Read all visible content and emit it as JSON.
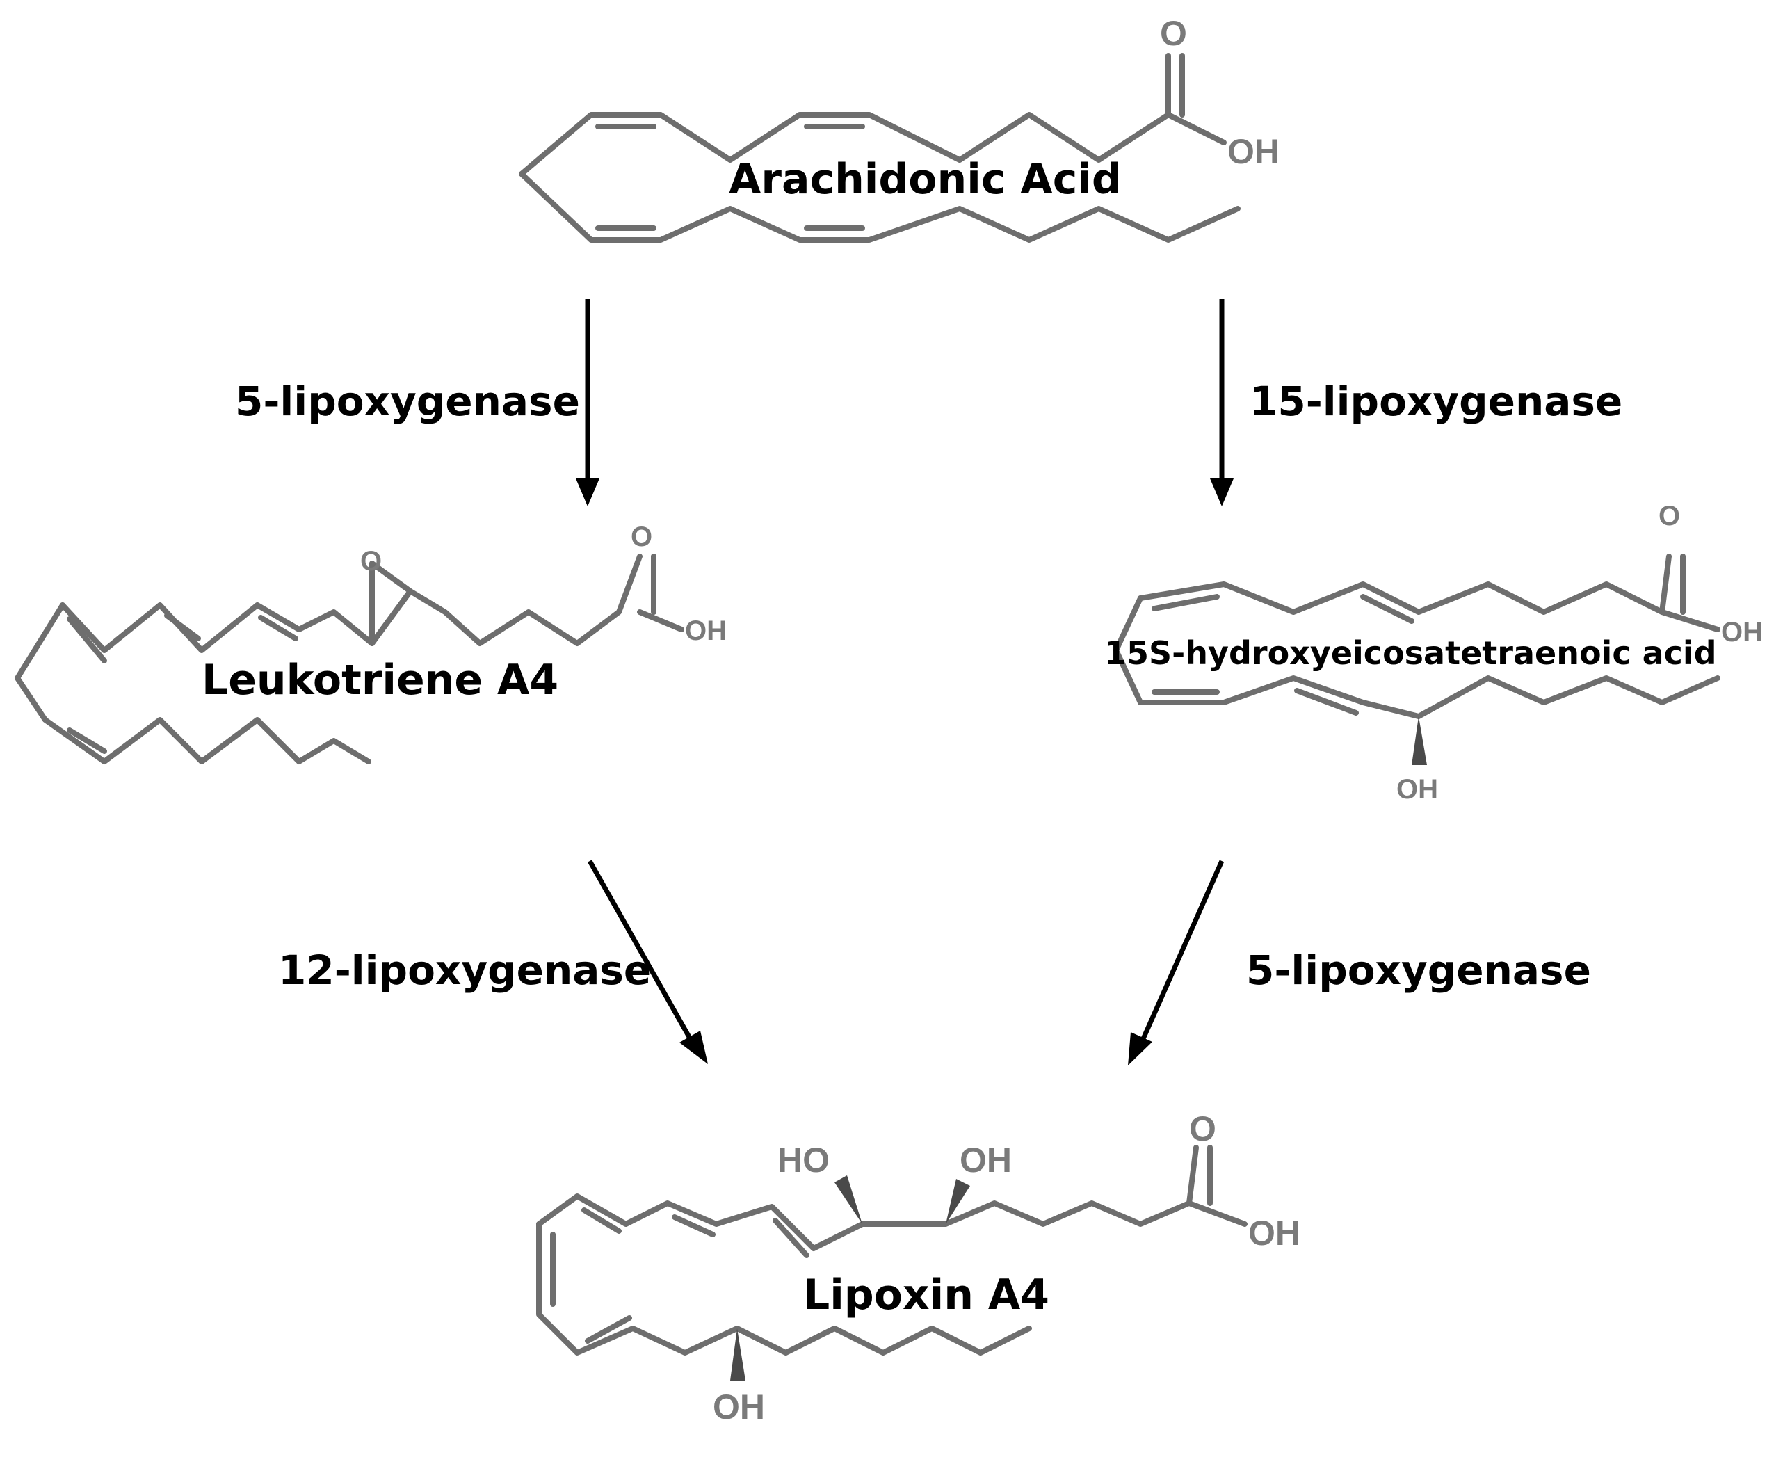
{
  "molecules": {
    "arachidonic_acid": "Arachidonic Acid",
    "leukotriene_a4": "Leukotriene A4",
    "hete_15s": "15S-hydroxyeicosatetraenoic acid",
    "lipoxin_a4": "Lipoxin A4"
  },
  "enzymes": {
    "aa_to_lta4": "5-lipoxygenase",
    "aa_to_hete": "15-lipoxygenase",
    "lta4_to_lxa4": "12-lipoxygenase",
    "hete_to_lxa4": "5-lipoxygenase"
  },
  "atoms": {
    "oxygen": "O",
    "hydroxyl": "OH",
    "hydroxyl_left": "HO"
  }
}
